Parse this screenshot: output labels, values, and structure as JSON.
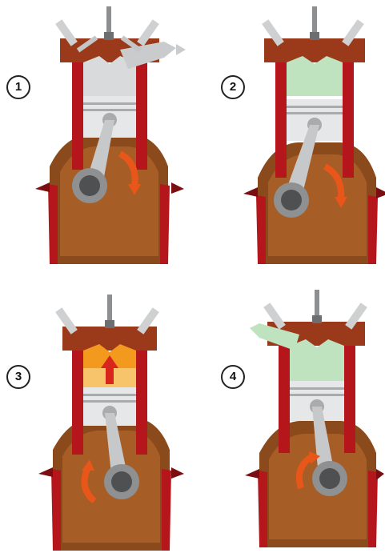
{
  "steps": [
    {
      "number": "1"
    },
    {
      "number": "2"
    },
    {
      "number": "3"
    },
    {
      "number": "4"
    }
  ],
  "colors": {
    "casing": "#b5161b",
    "casing_dark": "#7a0e10",
    "crankcase": "#8a4a1c",
    "crankcase_light": "#a65d26",
    "cylinder_air": "#d8dadb",
    "fresh_charge": "#bfe3bf",
    "exhaust_gas": "#bfe3bf",
    "combustion": "#f39a1e",
    "piston": "#e6e7e8",
    "piston_shade": "#a9abad",
    "rotation_arrow": "#e8561a"
  },
  "icons": [
    "intake-valve-icon",
    "exhaust-valve-icon",
    "spark-plug-icon",
    "rotation-arrow-icon",
    "combustion-arrow-icon"
  ]
}
